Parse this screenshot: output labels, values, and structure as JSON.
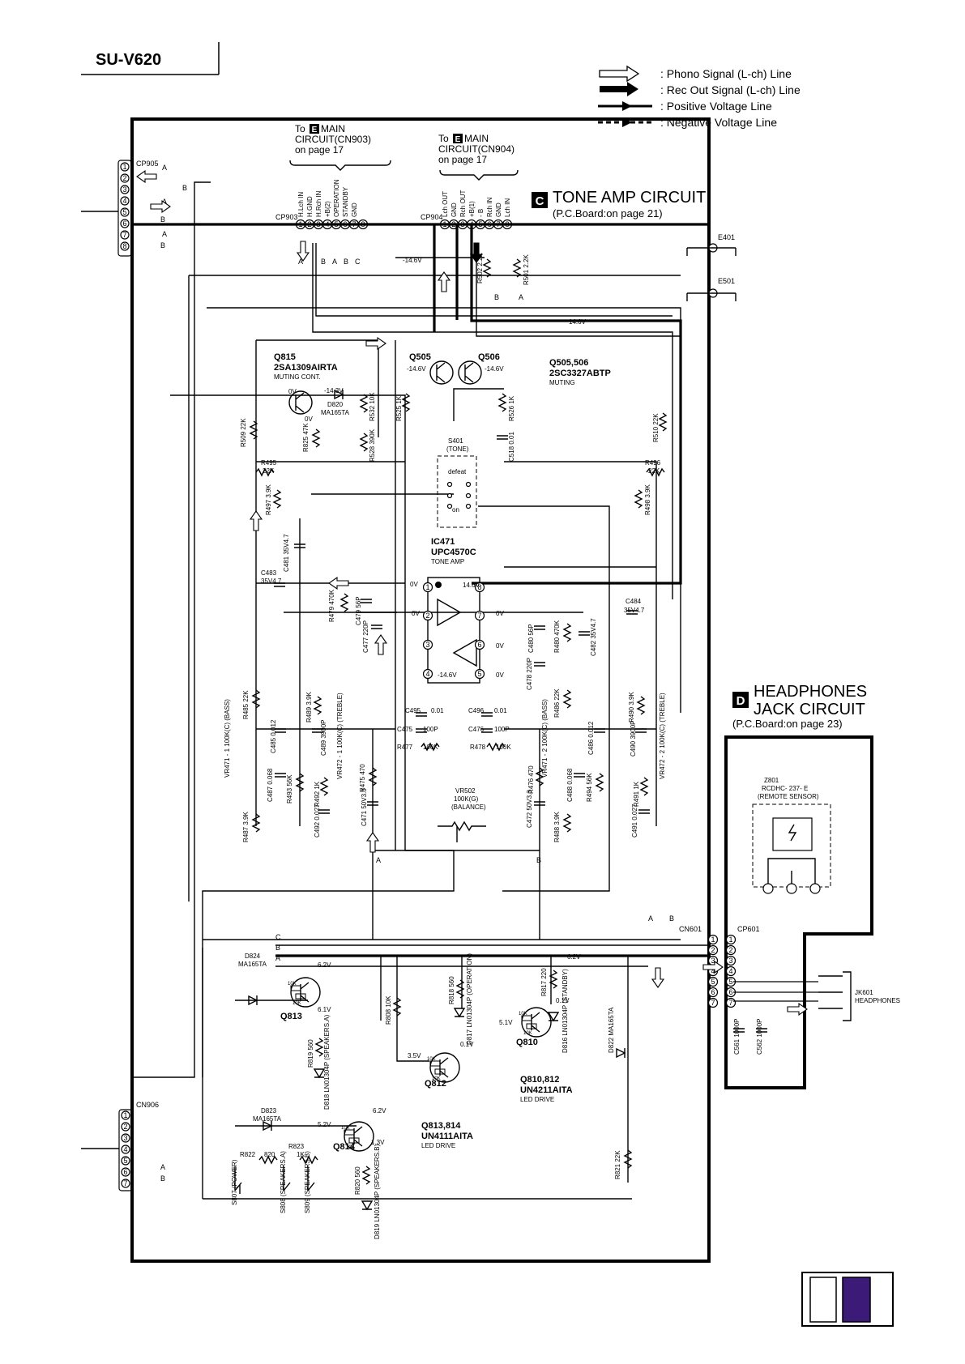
{
  "header": {
    "model": "SU-V620"
  },
  "legend": [
    {
      "icon": "hollow-arrow-icon",
      "label": ": Phono Signal (L-ch) Line"
    },
    {
      "icon": "solid-arrow-icon",
      "label": ": Rec Out Signal (L-ch) Line"
    },
    {
      "icon": "positive-voltage-arrow-icon",
      "label": ": Positive Voltage Line"
    },
    {
      "icon": "negative-voltage-arrow-icon",
      "label": ": Negative Voltage Line"
    }
  ],
  "sections": {
    "tone_amp": {
      "badge": "C",
      "title": "TONE AMP CIRCUIT",
      "sub": "(P.C.Board:on page 21)"
    },
    "headphones": {
      "badge": "D",
      "title1": "HEADPHONES",
      "title2": "JACK CIRCUIT",
      "sub": "(P.C.Board:on page 23)"
    }
  },
  "refs": {
    "cn903": {
      "pre": "To",
      "badge": "E",
      "l1": "MAIN",
      "l2": "CIRCUIT(CN903)",
      "l3": "on page 17"
    },
    "cn904": {
      "pre": "To",
      "badge": "E",
      "l1": "MAIN",
      "l2": "CIRCUIT(CN904)",
      "l3": "on page 17"
    }
  },
  "connectors": {
    "cp903": {
      "name": "CP903",
      "pins": [
        "H.Lch IN",
        "H.GND",
        "H.Rch IN",
        "+B(2)",
        "OPERATION",
        "STANDBY",
        "GND",
        ""
      ]
    },
    "cp904": {
      "name": "CP904",
      "pins": [
        "Lch OUT",
        "GND",
        "Rch OUT",
        "+B(1)",
        "- B",
        "Rch IN",
        "GND",
        "Lch IN"
      ]
    },
    "cp905": "CP905",
    "cn906": "CN906",
    "cn601": "CN601",
    "cp601": "CP601",
    "e401": "E401",
    "e501": "E501"
  },
  "semis": {
    "q815": {
      "ref": "Q815",
      "part": "2SA1309AIRTA",
      "fn": "MUTING CONT."
    },
    "q505": "Q505",
    "q506": "Q506",
    "q505_506": {
      "ref": "Q505,506",
      "part": "2SC3327ABTP",
      "fn": "MUTING"
    },
    "ic471": {
      "ref": "IC471",
      "part": "UPC4570C",
      "fn": "TONE AMP"
    },
    "q810_812": {
      "ref": "Q810,812",
      "part": "UN4211AITA",
      "fn": "LED DRIVE"
    },
    "q813_814": {
      "ref": "Q813,814",
      "part": "UN4111AITA",
      "fn": "LED DRIVE"
    },
    "q813": "Q813",
    "q814": "Q814",
    "q810": "Q810",
    "q812": "Q812",
    "d820": "D820",
    "d820p": "MA165TA",
    "d824": "D824",
    "d824p": "MA165TA",
    "d823": "D823",
    "d823p": "MA165TA",
    "d822": "D822 MA165TA",
    "z801": {
      "ref": "Z801",
      "part": "RCDHC- 237- E",
      "fn": "(REMOTE SENSOR)"
    },
    "jk601": {
      "ref": "JK601",
      "fn": "HEADPHONES"
    }
  },
  "voltages": {
    "v_m146": "-14.6V",
    "v_146": "14.6V",
    "v_m143": "-14.3V",
    "v_0": "0V",
    "v_62": "6.2V",
    "v_61": "6.1V",
    "v_52": "5.2V",
    "v_51": "5.1V",
    "v_35": "3.5V",
    "v_01": "0.1V",
    "v_13": "1.3V"
  },
  "switches": {
    "s401": "S401",
    "s401fn": "(TONE)",
    "defeat": "defeat",
    "on": "on",
    "s807": "S807 (POWER)",
    "s808": "S808 (SPEAKERS.A)",
    "s809": "S809 (SPEAKERS.B)"
  },
  "leds": {
    "d817": "D817 LN01304P (OPERATION)",
    "d816": "D816 LN01304P (STANDBY)",
    "d818": "D818 LN01304P (SPEAKERS.A)",
    "d819": "D819 LN01304P (SPEAKERS.B)"
  },
  "parts": {
    "r502": "R502 2.2K",
    "r501": "R501 2.2K",
    "r509": "R509 22K",
    "r825": "R825 47K",
    "r532": "R532 10K",
    "r528": "R528 390K",
    "r525": "R525 1K",
    "r526": "R526 1K",
    "c518": "C518 0.01",
    "r510": "R510 22K",
    "r495": "R495",
    "r495v": "22K",
    "r496": "R496",
    "r496v": "22K",
    "r497": "R497 3.9K",
    "r498": "R498 3.9K",
    "c481": "C481 35V4.7",
    "c483": "C483",
    "c483v": "35V4.7",
    "c484": "C484",
    "c484v": "35V4.7",
    "r479": "R479 470K",
    "c479": "C479 56P",
    "c477": "C477 220P",
    "c480": "C480 56P",
    "r480": "R480 470K",
    "c482": "C482 35V4.7",
    "c478": "C478 220P",
    "r485": "R485 22K",
    "c485": "C485 0.012",
    "r489": "R489 3.9K",
    "c489": "C489 3900P",
    "vr471_1": "VR471 - 1 100K(C) (BASS)",
    "vr472_1": "VR472 - 1 100K(C) (TREBLE)",
    "c487": "C487 0.068",
    "r493": "R493 56K",
    "r492": "R492 1K",
    "c492": "C492 0.027",
    "r487": "R487 3.9K",
    "c495": "C495",
    "c495v": "0.01",
    "c496": "C496",
    "c496v": "0.01",
    "c475": "C475",
    "c475v": "100P",
    "c476": "C476",
    "c476v": "100P",
    "r477": "R477",
    "r477v": "100K",
    "r478": "R478",
    "r478v": "100K",
    "r475": "R475 470",
    "c471": "C471 50V3.3",
    "vr502": "VR502",
    "vr502v": "100K(G)",
    "vr502f": "(BALANCE)",
    "r476": "R476 470",
    "c472": "C472 50V3.3",
    "r486": "R486 22K",
    "c486": "C486 0.012",
    "r490": "R490 3.9K",
    "c490": "C490 3900P",
    "vr471_2": "VR471 - 2 100K(C) (BASS)",
    "vr472_2": "VR472 - 2 100K(C) (TREBLE)",
    "c488": "C488 0.068",
    "r494": "R494 56K",
    "r491": "R491 1K",
    "c491": "C491 0.027",
    "r488": "R488 3.9K",
    "r808": "R808 10K",
    "r818": "R818 560",
    "r817": "R817 220",
    "r819": "R819 560",
    "r820": "R820 560",
    "r821": "R821 22K",
    "r822": "R822",
    "r822v": "820",
    "r823": "R823",
    "r823v": "1K",
    "c561": "C561 1000P",
    "c562": "C562 1000P"
  },
  "ab": {
    "a": "A",
    "b": "B",
    "c": "C"
  },
  "swatches": {
    "left": "#ffffff",
    "right": "#3c1a78"
  }
}
